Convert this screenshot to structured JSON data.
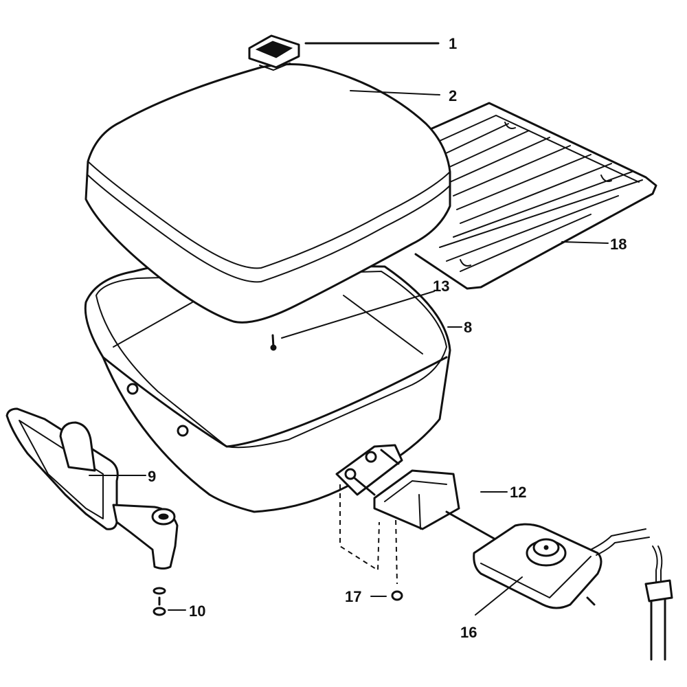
{
  "callouts": [
    {
      "id": "vent",
      "label": "1"
    },
    {
      "id": "lid",
      "label": "2"
    },
    {
      "id": "pan",
      "label": "8"
    },
    {
      "id": "handle",
      "label": "9"
    },
    {
      "id": "screw-handle",
      "label": "10"
    },
    {
      "id": "bracket",
      "label": "12"
    },
    {
      "id": "screw-pan",
      "label": "13"
    },
    {
      "id": "control",
      "label": "16"
    },
    {
      "id": "nut",
      "label": "17"
    },
    {
      "id": "rack",
      "label": "18"
    }
  ]
}
